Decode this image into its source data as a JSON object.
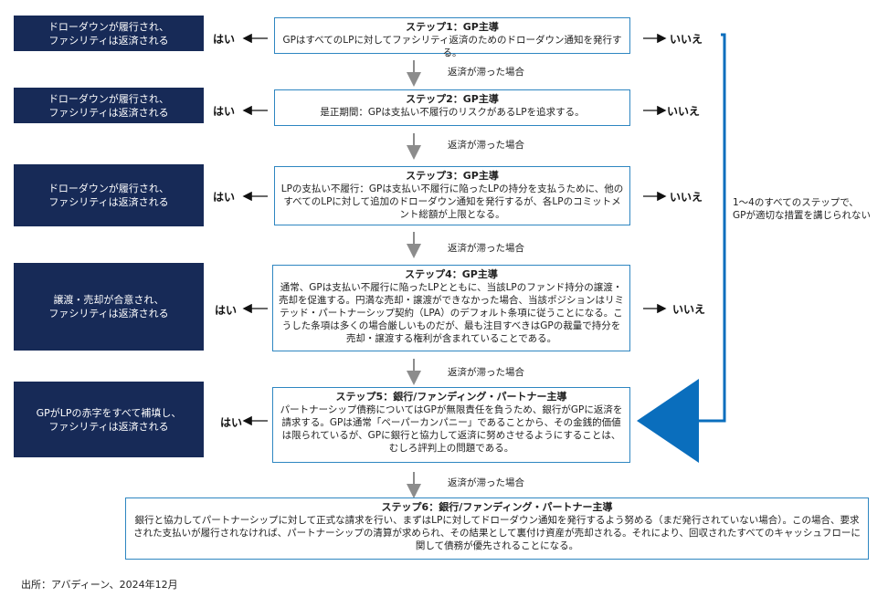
{
  "outcomes": {
    "o1": "ドローダウンが履行され、\nファシリティは返済される",
    "o2": "ドローダウンが履行され、\nファシリティは返済される",
    "o3": "ドローダウンが履行され、\nファシリティは返済される",
    "o4": "譲渡・売却が合意され、\nファシリティは返済される",
    "o5": "GPがLPの赤字をすべて補填し、\nファシリティは返済される"
  },
  "yes_label": "はい",
  "no_label": "いいえ",
  "condition_label": "返済が滞った場合",
  "side_note": "1～4のすべてのステップで、\nGPが適切な措置を講じられない",
  "steps": [
    {
      "title": "ステップ1：GP主導",
      "body": "GPはすべてのLPに対してファシリティ返済のためのドローダウン通知を発行する。"
    },
    {
      "title": "ステップ2：GP主導",
      "body": "是正期間：GPは支払い不履行のリスクがあるLPを追求する。"
    },
    {
      "title": "ステップ3：GP主導",
      "body": "LPの支払い不履行：GPは支払い不履行に陥ったLPの持分を支払うために、他のすべてのLPに対して追加のドローダウン通知を発行するが、各LPのコミットメント総額が上限となる。"
    },
    {
      "title": "ステップ4：GP主導",
      "body": "通常、GPは支払い不履行に陥ったLPとともに、当該LPのファンド持分の譲渡・売却を促進する。円満な売却・譲渡ができなかった場合、当該ポジションはリミテッド・パートナーシップ契約（LPA）のデフォルト条項に従うことになる。こうした条項は多くの場合厳しいものだが、最も注目すべきはGPの裁量で持分を売却・譲渡する権利が含まれていることである。"
    },
    {
      "title": "ステップ5：銀行/ファンディング・パートナー主導",
      "body": "パートナーシップ債務についてはGPが無限責任を負うため、銀行がGPに返済を請求する。GPは通常「ペーパーカンパニー」であることから、その金銭的価値は限られているが、GPに銀行と協力して返済に努めさせるようにすることは、むしろ評判上の問題である。"
    },
    {
      "title": "ステップ6：銀行/ファンディング・パートナー主導",
      "body": "銀行と協力してパートナーシップに対して正式な請求を行い、まずはLPに対してドローダウン通知を発行するよう努める（まだ発行されていない場合）。この場合、要求された支払いが履行されなければ、パートナーシップの清算が求められ、その結果として裏付け資産が売却される。それにより、回収されたすべてのキャッシュフローに関して債務が優先されることになる。"
    }
  ],
  "source": "出所：アバディーン、2024年12月",
  "colors": {
    "navy": "#172a57",
    "blue_border": "#2e86c1",
    "big_arrow": "#0a6ebd",
    "gray_arrow": "#8c8c8c"
  }
}
